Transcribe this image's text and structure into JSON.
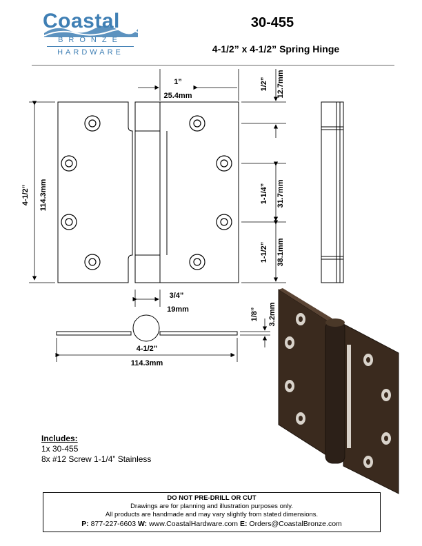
{
  "logo": {
    "word": "Coastal",
    "line2": "BRONZE",
    "line3": "HARDWARE"
  },
  "header": {
    "part_number": "30-455",
    "subtitle": "4-1/2” x 4-1/2” Spring Hinge"
  },
  "dimensions": {
    "height_in": "4-1/2”",
    "height_mm": "114.3mm",
    "top_offset_in": "1”",
    "top_offset_mm": "25.4mm",
    "hole_top_in": "1/2”",
    "hole_top_mm": "12.7mm",
    "hole_mid_in": "1-1/4”",
    "hole_mid_mm": "31.7mm",
    "hole_bottom_in": "1-1/2”",
    "hole_bottom_mm": "38.1mm",
    "barrel_in": "3/4”",
    "barrel_mm": "19mm",
    "thickness_in": "1/8”",
    "thickness_mm": "3.2mm",
    "width_in": "4-1/2”",
    "width_mm": "114.3mm"
  },
  "includes": {
    "heading": "Includes:",
    "item1": "1x  30-455",
    "item2": "8x  #12 Screw  1-1/4” Stainless"
  },
  "footer": {
    "warning": "DO NOT PRE-DRILL OR CUT",
    "line1": "Drawings are for planning and illustration purposes only.",
    "line2": "All products are handmade and may vary slightly from stated dimensions.",
    "phone_label": "P:",
    "phone": "877-227-6603",
    "web_label": "W:",
    "web": "www.CoastalHardware.com",
    "email_label": "E:",
    "email": "Orders@CoastalBronze.com"
  },
  "colors": {
    "brand_blue": "#3f7fb4",
    "hinge_finish": "#3a2a1e"
  }
}
